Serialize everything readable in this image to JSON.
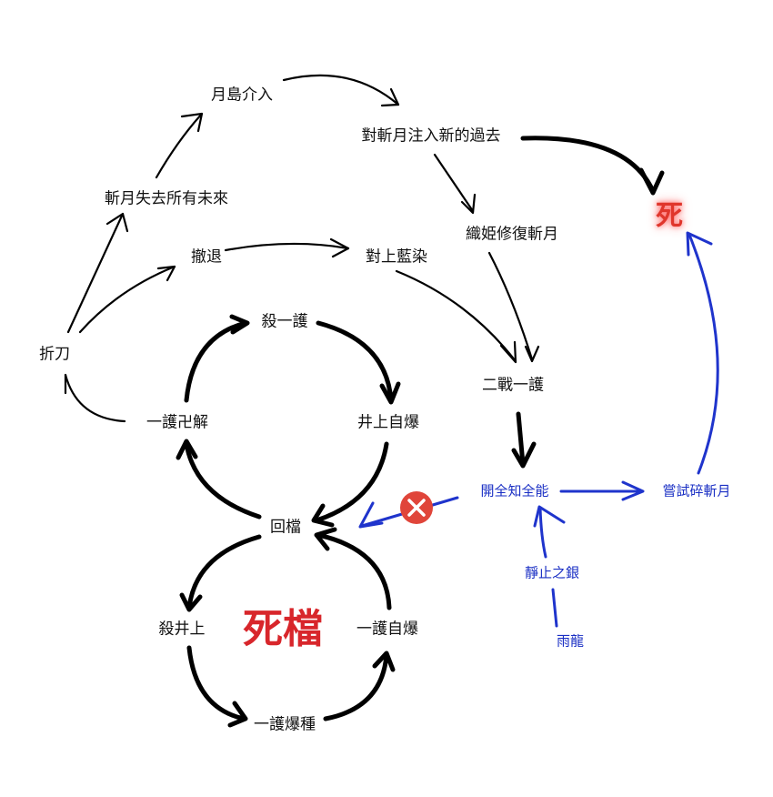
{
  "nodes": {
    "moon_island": "月島介入",
    "inject_past": "對斬月注入新的過去",
    "lose_future": "斬月失去所有未來",
    "death_top": "死",
    "orihime": "織姫修復斬月",
    "retreat": "撤退",
    "face_aizen": "對上藍染",
    "break_blade": "折刀",
    "kill_ichigo": "殺一護",
    "second_battle": "二戰一護",
    "ichigo_bankai": "一護卍解",
    "inoue_explode": "井上自爆",
    "reload": "回檔",
    "omnipotence": "開全知全能",
    "try_break": "嘗試碎斬月",
    "kill_inoue": "殺井上",
    "dead_save": "死檔",
    "ichigo_explode": "一護自爆",
    "ichigo_burst": "一護爆種",
    "silver": "靜止之銀",
    "uryu": "雨龍"
  },
  "colors": {
    "black_flow": "#000000",
    "blue_flow": "#1f34cc",
    "death_red": "#d8262b",
    "blocked_badge": "#e0453a"
  },
  "icons": {
    "blocked": "close-circle-icon"
  }
}
